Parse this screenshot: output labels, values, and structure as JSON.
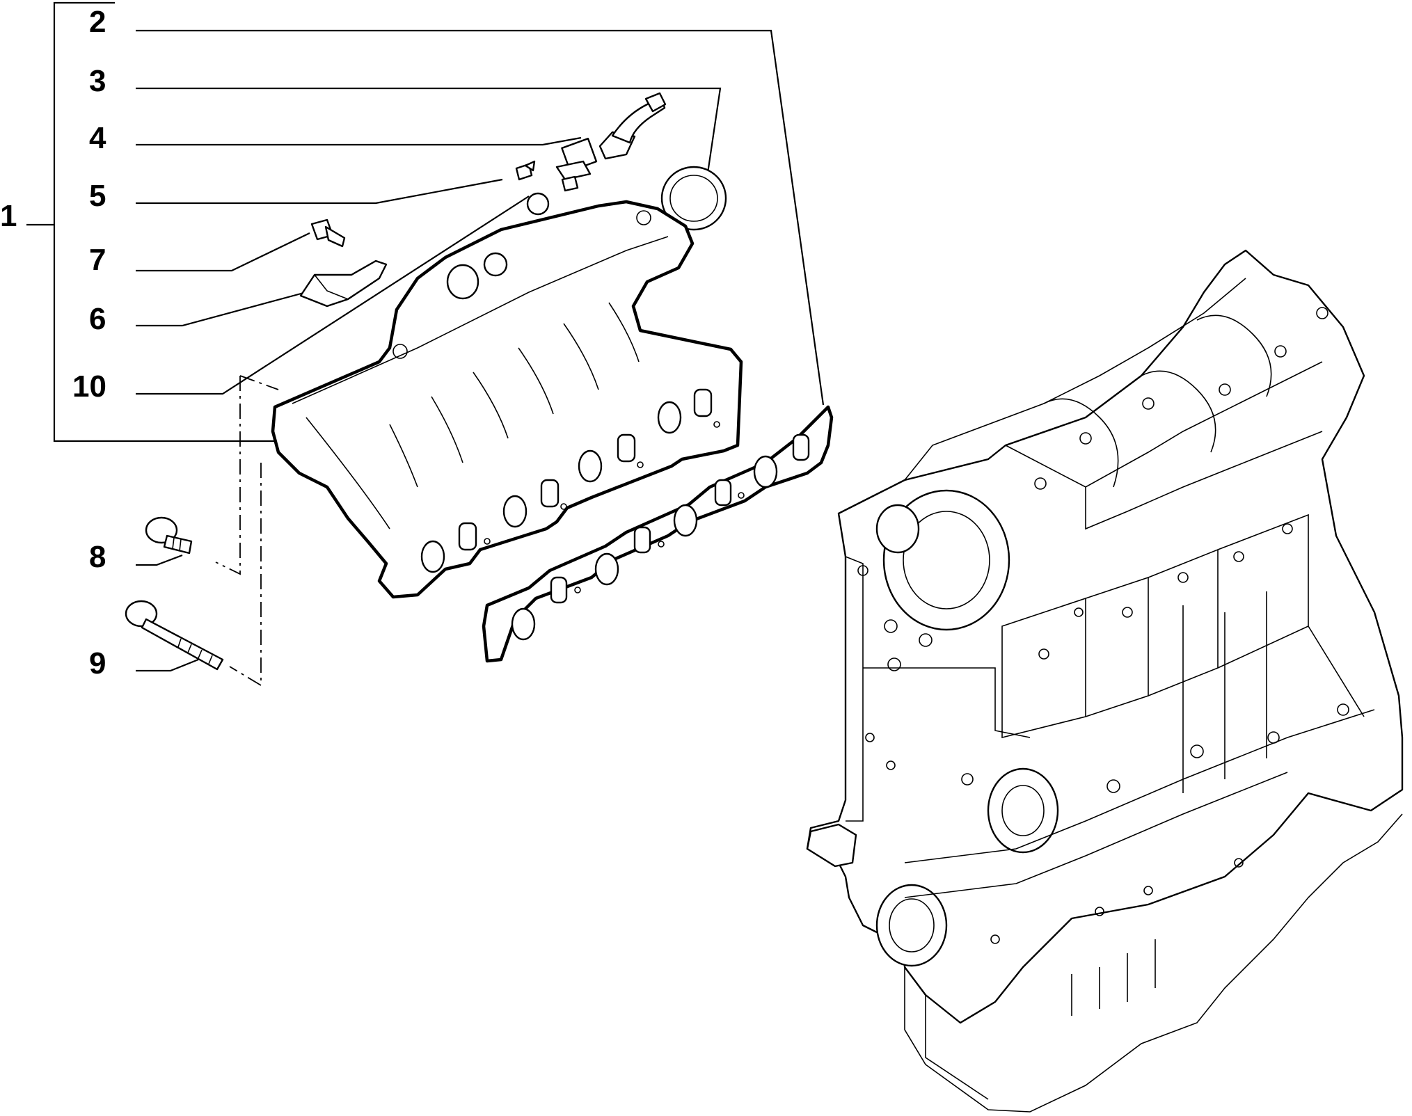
{
  "callouts": [
    {
      "id": "1",
      "label": "1"
    },
    {
      "id": "2",
      "label": "2"
    },
    {
      "id": "3",
      "label": "3"
    },
    {
      "id": "4",
      "label": "4"
    },
    {
      "id": "5",
      "label": "5"
    },
    {
      "id": "7",
      "label": "7"
    },
    {
      "id": "6",
      "label": "6"
    },
    {
      "id": "10",
      "label": "10"
    },
    {
      "id": "8",
      "label": "8"
    },
    {
      "id": "9",
      "label": "9"
    }
  ],
  "colors": {
    "line": "#000000",
    "background": "#ffffff"
  },
  "icons": [
    "intake-manifold-icon",
    "manifold-gasket-icon",
    "engine-block-icon",
    "bolt-icon",
    "sensor-icon",
    "o-ring-icon",
    "seal-ring-icon",
    "bracket-icon",
    "pipe-fitting-icon"
  ]
}
